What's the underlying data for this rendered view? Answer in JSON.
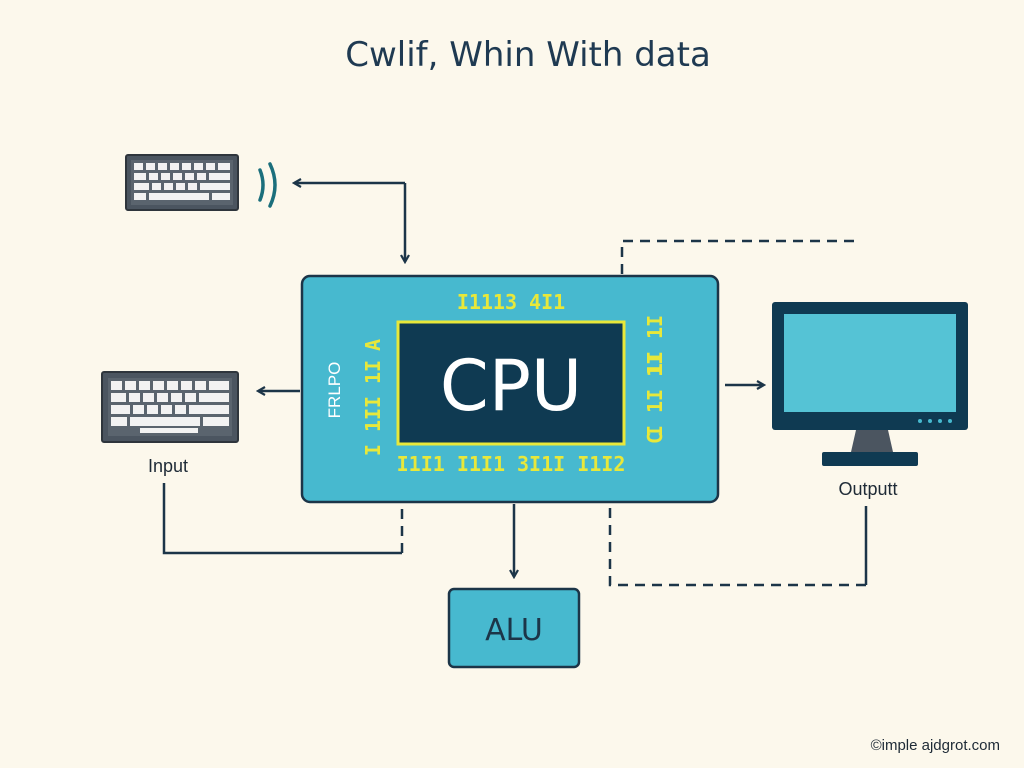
{
  "title": "Cwlif, Whin With data",
  "cpu": {
    "label": "CPU",
    "top_pins": "I1113 4I1",
    "bottom_pins": "I1I1 I1I1 3I1I I1I2",
    "left_letter": "A",
    "left_pins_mid": "I 1I",
    "left_pins_bottom": "I 1I",
    "right_pins_top": "1I 1I",
    "right_pins_mid": "I 1I 1I",
    "right_letter": "C",
    "side_label": "FRLPO"
  },
  "input": {
    "label": "Input"
  },
  "output": {
    "label": "Outputt"
  },
  "alu": {
    "label": "ALU"
  },
  "footer": "©imple ajdgrot.com",
  "colors": {
    "background": "#fcf8ec",
    "cpu_fill": "#47b9cf",
    "chip_fill": "#0f3a52",
    "chip_border": "#e8e83a",
    "pins": "#e8e83a",
    "lines": "#1c3548",
    "monitor_screen": "#55c3d5",
    "monitor_frame": "#0f3a52",
    "wave": "#1b6f7c"
  },
  "icons": [
    "keyboard-icon",
    "wireless-signal-icon",
    "monitor-icon"
  ]
}
